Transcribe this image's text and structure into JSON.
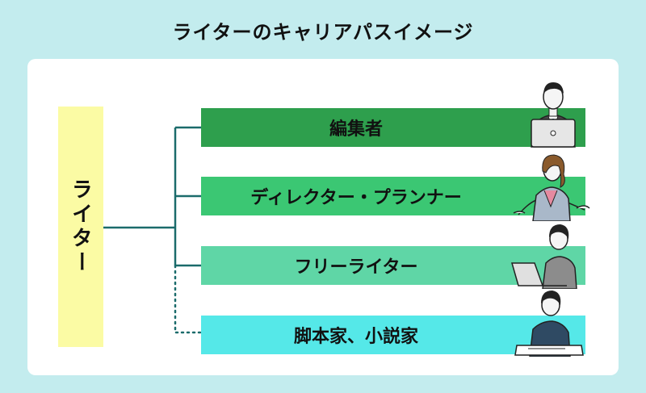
{
  "title": "ライターのキャリアパスイメージ",
  "root": {
    "label": "ライター"
  },
  "branches": [
    {
      "label": "編集者",
      "color": "#2e9f4d",
      "connector": "solid"
    },
    {
      "label": "ディレクター・プランナー",
      "color": "#3bc773",
      "connector": "solid"
    },
    {
      "label": "フリーライター",
      "color": "#5fd6a6",
      "connector": "solid"
    },
    {
      "label": "脚本家、小説家",
      "color": "#55e8e8",
      "connector": "dotted"
    }
  ],
  "colors": {
    "background": "#c3ecee",
    "root": "#fbfba4",
    "line": "#1b6b6b"
  }
}
